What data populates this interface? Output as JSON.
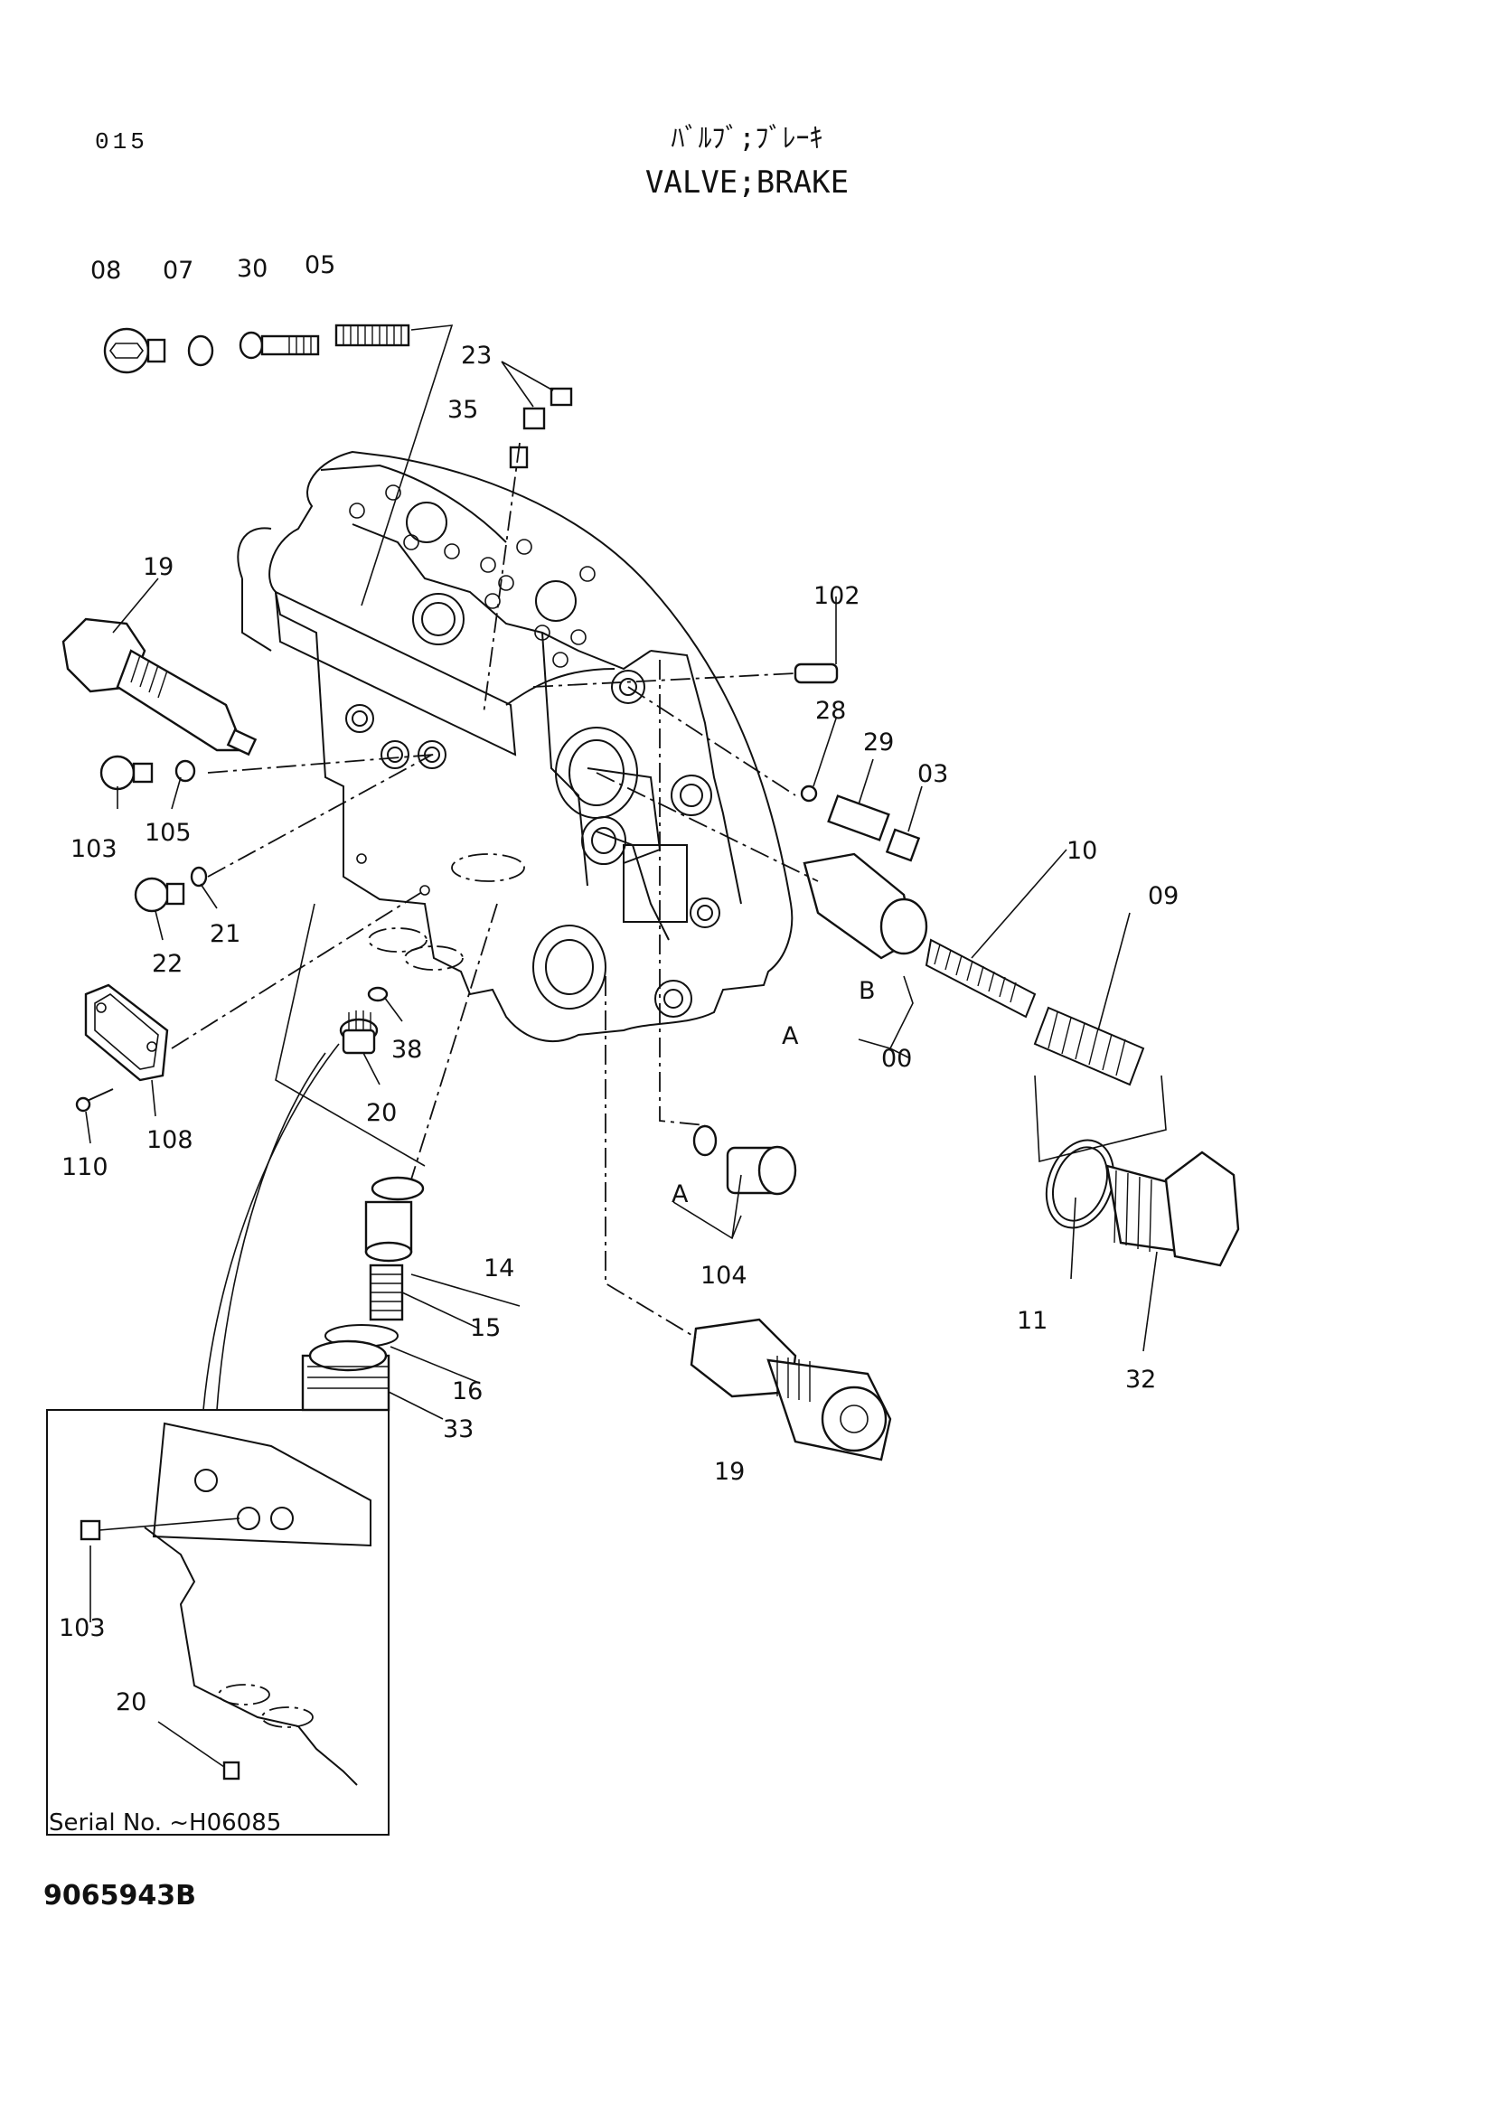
{
  "header": {
    "page_number": "015",
    "title_jp": "ﾊﾞﾙﾌﾞ;ﾌﾞﾚｰｷ",
    "title_en": "VALVE;BRAKE"
  },
  "callouts": [
    "08",
    "07",
    "30",
    "05",
    "23",
    "35",
    "19",
    "102",
    "28",
    "29",
    "03",
    "10",
    "09",
    "103",
    "105",
    "21",
    "22",
    "B",
    "A",
    "00",
    "38",
    "20",
    "108",
    "110",
    "A",
    "104",
    "11",
    "32",
    "14",
    "15",
    "16",
    "33",
    "19",
    "103",
    "20"
  ],
  "inset": {
    "serial_label": "Serial No. ~H06085"
  },
  "footer": {
    "drawing_number": "9065943B"
  }
}
